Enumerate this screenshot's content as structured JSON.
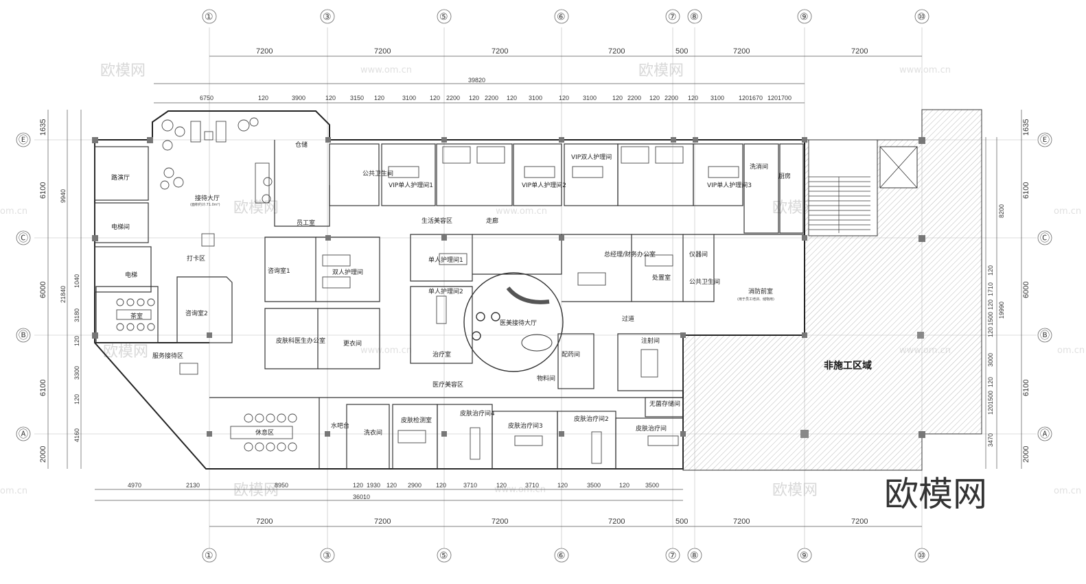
{
  "axes": {
    "columns": [
      "①",
      "③",
      "⑤",
      "⑥",
      "⑦",
      "⑧",
      "⑨",
      "⑩"
    ],
    "rows": [
      "Ⓔ",
      "Ⓒ",
      "Ⓑ",
      "Ⓐ"
    ]
  },
  "dims": {
    "top_bays": [
      "7200",
      "7200",
      "7200",
      "7200",
      "500",
      "7200",
      "7200"
    ],
    "top_total": "39820",
    "top_detail": [
      "6750",
      "120",
      "3900",
      "120",
      "3150",
      "120",
      "3100",
      "120",
      "2200",
      "120",
      "2200",
      "120",
      "3100",
      "120",
      "3100",
      "120",
      "2200",
      "120",
      "2200",
      "120",
      "3100",
      "1201670",
      "1201700"
    ],
    "bottom_detail": [
      "4970",
      "2130",
      "8950",
      "120",
      "1930",
      "120",
      "2900",
      "120",
      "3710",
      "120",
      "3710",
      "120",
      "3500",
      "120",
      "3500"
    ],
    "bottom_total": "36010",
    "bottom_bays": [
      "7200",
      "7200",
      "7200",
      "7200",
      "500",
      "7200",
      "7200"
    ],
    "left_outer": [
      "1635",
      "6100",
      "6000",
      "6100",
      "2000"
    ],
    "left_mid": [
      "9940",
      "21840"
    ],
    "left_inner": [
      "1040",
      "3180",
      "120",
      "3300",
      "120",
      "4160"
    ],
    "right_outer": [
      "1635",
      "6100",
      "6000",
      "6100",
      "2000"
    ],
    "right_mid": [
      "8200",
      "19990"
    ],
    "right_inner": [
      "120",
      "1710",
      "120",
      "1500",
      "120",
      "3000",
      "120",
      "1500",
      "120",
      "3470"
    ]
  },
  "rooms": {
    "reception": "接待大厅",
    "reception_area": "(面积约计:71.0m²)",
    "checkin": "打卡区",
    "storage": "仓储",
    "staff": "员工室",
    "public_wc": "公共卫生间",
    "vip1": "VIP单人护理间1",
    "vip2": "VIP单人护理间2",
    "vip3": "VIP双人护理间",
    "vip4": "VIP单人护理间3",
    "wash": "洗消间",
    "kitchen": "厨房",
    "life_zone": "生活美容区",
    "corridor": "走廊",
    "roadshow": "路演厅",
    "power": "电梯间",
    "elevator": "电梯",
    "consult1": "咨询室1",
    "double_care": "双人护理间",
    "tea": "茶室",
    "consult2": "咨询室2",
    "dermatologist": "皮肤科医生办公室",
    "changing": "更衣间",
    "single_care1": "单人护理间1",
    "single_care2": "单人护理间2",
    "cosmetic_hall": "医美接待大厅",
    "director": "总经理/财务办公室",
    "instrument": "仪器间",
    "treatment": "处置室",
    "wc2": "公共卫生间",
    "fire": "消防前室",
    "fire_note": "(用于员工培训、储物用)",
    "pharmacy": "配药间",
    "injection": "注射间",
    "storage2": "物料间",
    "medical_zone": "医疗美容区",
    "pass": "过道",
    "lounge": "休息区",
    "service": "服务接待区",
    "water": "水吧台",
    "laundry": "洗衣间",
    "derm_test": "皮肤检测室",
    "derm4": "皮肤治疗间4",
    "derm3": "皮肤治疗间3",
    "derm2": "皮肤治疗间2",
    "derm1": "皮肤治疗间",
    "sterile": "无菌存储间",
    "surgery": "治疗室",
    "non_construction": "非施工区域"
  },
  "watermarks": {
    "brand": "欧模网",
    "url": "www.om.cn",
    "url_short": "om.cn",
    "logo": "欧模网"
  }
}
